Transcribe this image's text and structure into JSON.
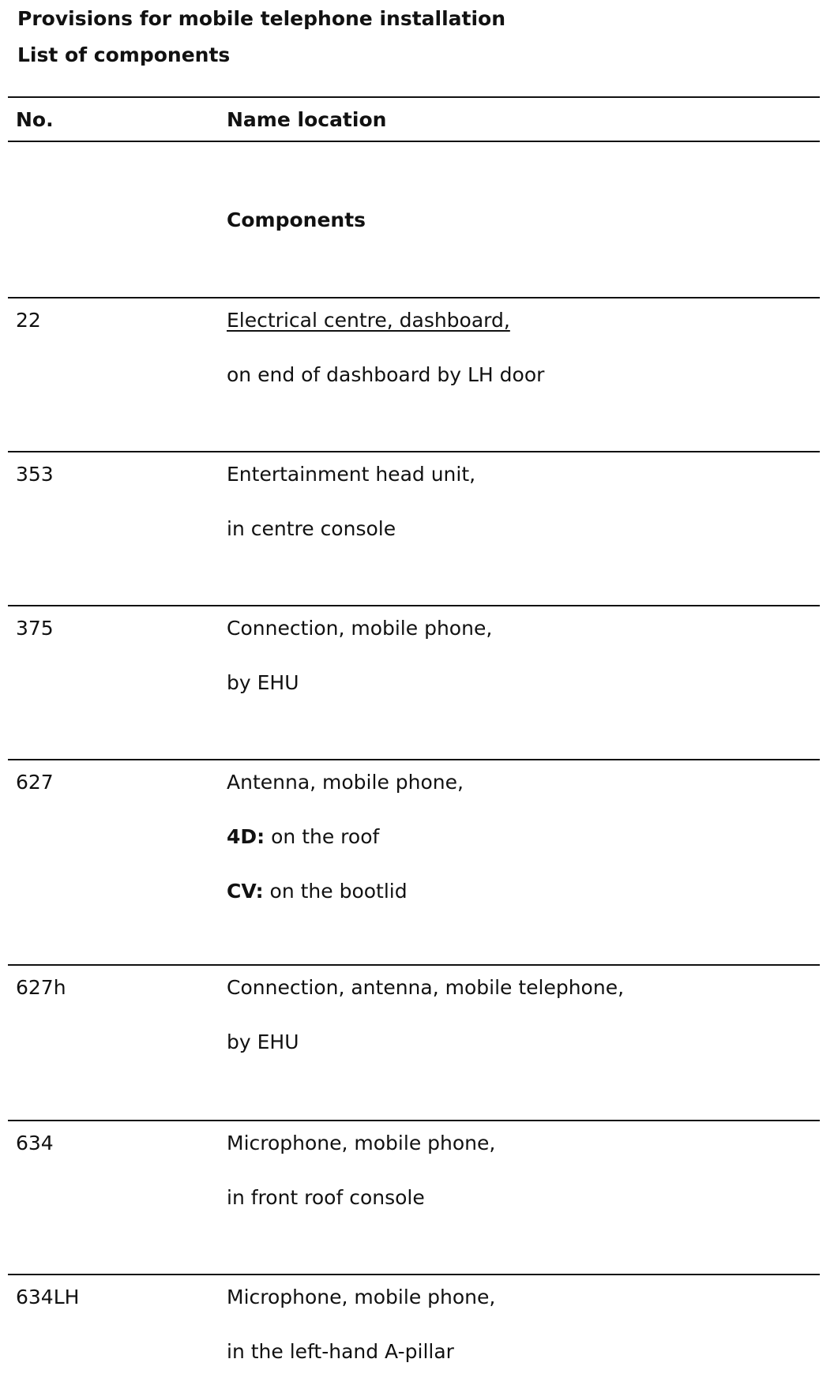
{
  "document": {
    "title": "Provisions for mobile telephone installation",
    "subtitle": "List of components"
  },
  "table": {
    "headers": {
      "no": "No.",
      "name_location": "Name location"
    },
    "section_heading": "Components",
    "rows": [
      {
        "no": "22",
        "name": "Electrical centre, dashboard,",
        "location": "on end of dashboard by LH door"
      },
      {
        "no": "353",
        "name": "Entertainment head unit,",
        "location": "in centre console"
      },
      {
        "no": "375",
        "name": "Connection, mobile phone,",
        "location": "by EHU"
      },
      {
        "no": "627",
        "name": "Antenna, mobile phone,",
        "variants": [
          {
            "label": "4D:",
            "text": " on the roof"
          },
          {
            "label": "CV:",
            "text": " on the bootlid"
          }
        ]
      },
      {
        "no": "627h",
        "name": "Connection, antenna, mobile telephone,",
        "location": "by EHU"
      },
      {
        "no": "634",
        "name": "Microphone, mobile phone,",
        "location": "in front roof console"
      },
      {
        "no": "634LH",
        "name": "Microphone, mobile phone,",
        "location": "in the left-hand A-pillar"
      }
    ]
  }
}
